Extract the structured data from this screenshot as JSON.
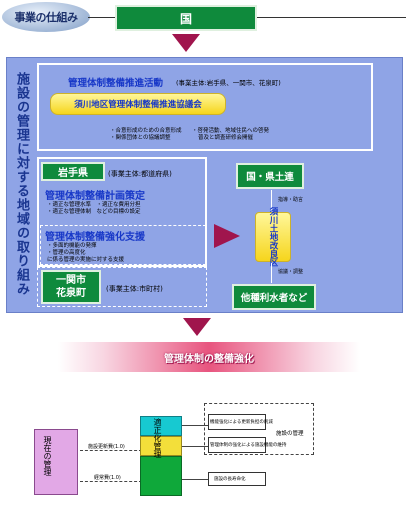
{
  "header": {
    "badge": "事業の仕組み",
    "top_box": "国"
  },
  "panel": {
    "side_title": "施設の管理に対する地域の取り組み"
  },
  "promotion": {
    "heading": "管理体制整備推進活動",
    "heading_note": "(事業主体:岩手県、一関市、花泉町)",
    "council": "須川地区管理体制整備推進協議会",
    "bullets_left": [
      "・合意形成のための合意形成",
      "・関係団体との協議調整"
    ],
    "bullets_right": [
      "・啓発活動、地域住民への啓発",
      "普及と調査研修会開催"
    ]
  },
  "iwate": {
    "label": "岩手県",
    "note": "(事業主体:都道府県)",
    "plan_heading": "管理体制整備計画策定",
    "plan_items": [
      "・適正な管理水準　・適正な費用分担",
      "・適正な管理体制　などの目標の設定"
    ],
    "support_heading": "管理体制整備強化支援",
    "support_items": [
      "・多面的機能の発揮",
      "・管理の高度化",
      "に係る管理の実施に対する支援"
    ]
  },
  "city": {
    "label_line1": "一関市",
    "label_line2": "花泉町",
    "note": "(事業主体:市町村)"
  },
  "right": {
    "nation_pref": "国・県土連",
    "guidance": "指導・助言",
    "district": "須川土地改良区",
    "coordination": "協議・調整",
    "other_users": "他種利水者など"
  },
  "result_band": "管理体制の整備強化",
  "bottom": {
    "left_box": "現在の管理",
    "label1": "施設更新費(1.0)",
    "label2": "経常費(1.0)",
    "stack_top": "適",
    "stack_mid": "正化",
    "stack_bottom": "管理",
    "note1": "機能強化による更新負担の削減",
    "note2": "管理体制の強化による施設機能の維持",
    "note3": "施設の長寿命化",
    "bracket_note": "施設の管理"
  }
}
